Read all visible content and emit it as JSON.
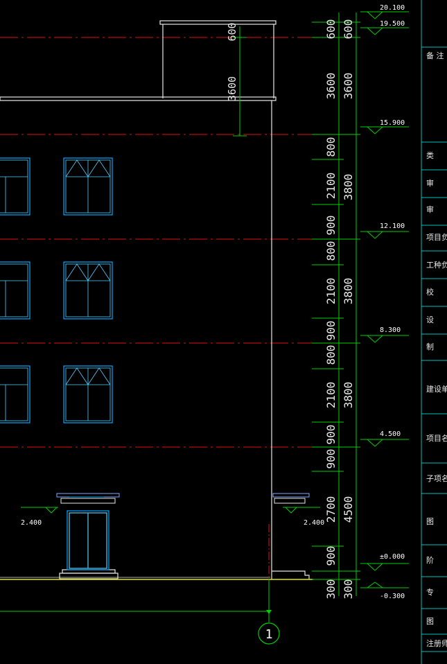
{
  "colors": {
    "background": "#000000",
    "axis_red": "#e01010",
    "dim_green": "#00d000",
    "building_white": "#e8e8e8",
    "window_cyan": "#00a8ff",
    "ground_yellow": "#e8e800",
    "title_block_cyan": "#00c0c0"
  },
  "elevations": [
    "20.100",
    "19.500",
    "15.900",
    "12.100",
    "8.300",
    "4.500",
    "±0.000",
    "-0.300"
  ],
  "dims_outer": [
    "600",
    "3600",
    "800",
    "2100",
    "900",
    "800",
    "2100",
    "900",
    "800",
    "2100",
    "900",
    "900",
    "2700",
    "900",
    "300"
  ],
  "dims_inner": [
    "600",
    "3600",
    "3800",
    "3800",
    "3800",
    "4500",
    "300"
  ],
  "dims_roof": [
    "600",
    "3600"
  ],
  "canopy_levels": [
    "2.400",
    "2.400"
  ],
  "axis_bubble": "1",
  "title_block": [
    "备 注",
    "类",
    "审",
    "审",
    "项目负",
    "工种负",
    "校",
    "设",
    "制",
    "建设单",
    "项目名",
    "子项名",
    "图",
    "阶",
    "专",
    "图",
    "注册师"
  ]
}
